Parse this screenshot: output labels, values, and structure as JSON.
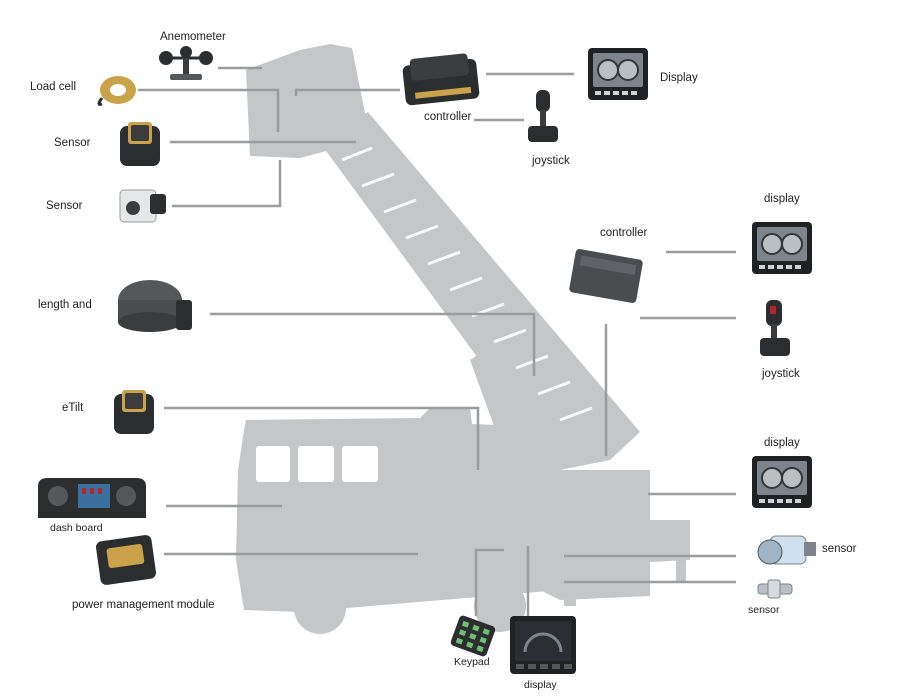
{
  "labels": {
    "anemometer": "Anemometer",
    "load_cell": "Load cell",
    "sensor_1": "Sensor",
    "sensor_2": "Sensor",
    "length_angle": "length and",
    "etilt": "eTilt",
    "dash_board": "dash board",
    "power_module": "power management module",
    "controller_top": "controller",
    "joystick_top": "joystick",
    "display_top": "Display",
    "display_right_1": "display",
    "controller_right": "controller",
    "joystick_right": "joystick",
    "display_right_2": "display",
    "sensor_right_1": "sensor",
    "sensor_right_2": "sensor",
    "keypad": "Keypad",
    "display_bottom": "display"
  },
  "colors": {
    "truck": "#c4c6c7",
    "line": "#9a9c9d",
    "device_dark": "#2b2d2f",
    "device_mid": "#55585b",
    "accent_gold": "#c9a24a",
    "screen": "#8a9096",
    "joystick_red": "#b3262a"
  }
}
